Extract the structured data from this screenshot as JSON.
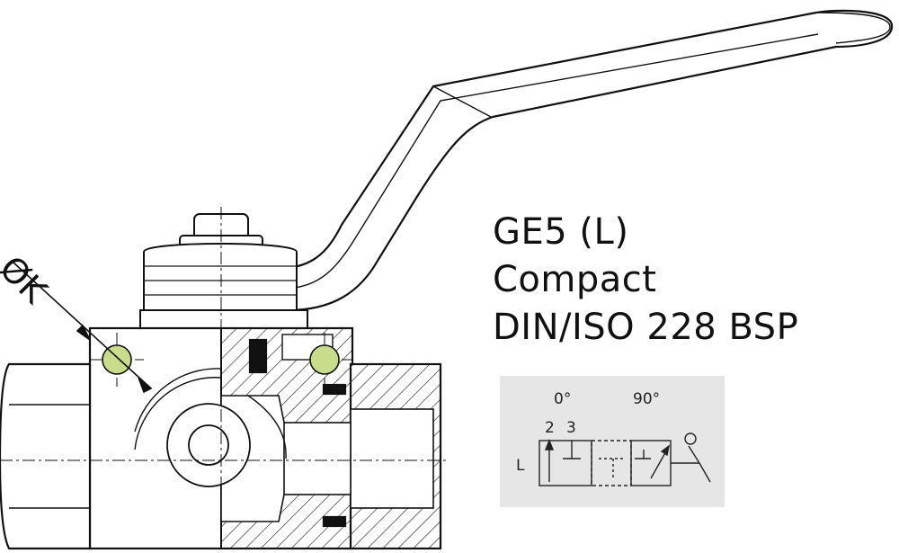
{
  "title": {
    "line1": "GE5 (L)",
    "line2": "Compact",
    "line3": "DIN/ISO 228 BSP"
  },
  "dimension": {
    "label": "ØK"
  },
  "symbol": {
    "angle_left": "0°",
    "angle_right": "90°",
    "port_2": "2",
    "port_3": "3",
    "port_label": "L"
  },
  "colors": {
    "line": "#111111",
    "hatch": "#333333",
    "hole_fill": "#c8dc8c",
    "symbol_bg": "#e6e6e6"
  }
}
